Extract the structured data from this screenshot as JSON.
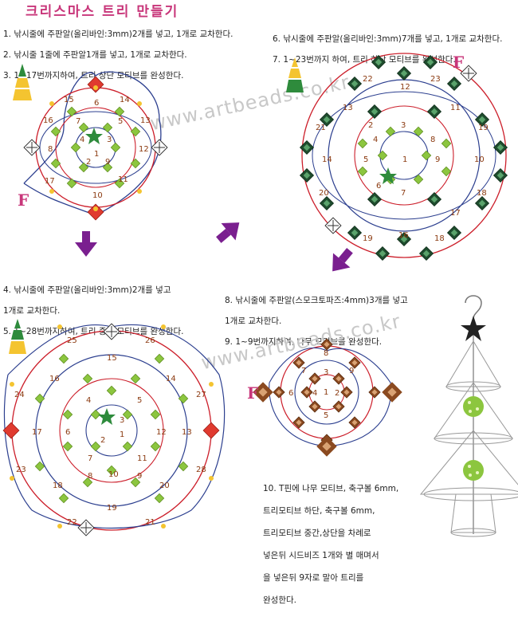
{
  "title": "크리스마스 트리 만들기",
  "watermark": "www.artbeads.co.kr",
  "f_label": "F",
  "step_group_1": {
    "lines": [
      "1. 낚시줄에 주판알(올리바인:3mm)2개를 넣고, 1개로 교차한다.",
      "2. 낚시줄 1줄에 주판알1개를 넣고, 1개로 교차한다.",
      "3. 1~17번까지하여, 트리 상단 모티브를 완성한다."
    ]
  },
  "step_group_2": {
    "lines": [
      "6. 낚시줄에 주판알(올리바인:3mm)7개를 넣고, 1개로 교차한다.",
      "7. 1~23번까지 하여, 트리 하단 모티브를 완성한다."
    ]
  },
  "step_group_3": {
    "lines": [
      "4. 낚시줄에 주판알(올리바인:3mm)2개를 넣고",
      "   1개로 교차한다.",
      "5. 1~28번까지하여, 트리 중간 모티브를 완성한다."
    ]
  },
  "step_group_4": {
    "lines": [
      "8. 낚시줄에 주판알(스모크토파즈:4mm)3개를 넣고",
      "   1개로 교차한다.",
      "9. 1~9번까지하여, 나무 모티브를 완성한다."
    ]
  },
  "step_group_5": {
    "lines": [
      "10. T핀에 나무 모티브, 축구볼 6mm,",
      "    트리모티브 하단, 축구볼 6mm,",
      "    트리모티브 중간,상단을 차례로",
      "    넣은뒤 시드비즈 1개와 별 매며서",
      "    을 넣은뒤 9자로 말아 트리를",
      "    완성한다."
    ]
  },
  "diagram_top": {
    "numbers": [
      "6",
      "14",
      "15",
      "7",
      "5",
      "13",
      "16",
      "4",
      "8",
      "3",
      "12",
      "1",
      "2",
      "9",
      "11",
      "17",
      "10"
    ]
  },
  "diagram_bottom": {
    "numbers": [
      "22",
      "12",
      "23",
      "13",
      "11",
      "2",
      "3",
      "21",
      "19",
      "4",
      "8",
      "14",
      "5",
      "10",
      "9",
      "1",
      "7",
      "6",
      "20",
      "18",
      "17",
      "19",
      "16",
      "18"
    ]
  },
  "diagram_middle": {
    "numbers": [
      "25",
      "26",
      "15",
      "16",
      "14",
      "24",
      "27",
      "4",
      "5",
      "17",
      "13",
      "3",
      "2",
      "1",
      "12",
      "6",
      "7",
      "11",
      "23",
      "8",
      "9",
      "10",
      "28",
      "18",
      "20",
      "19",
      "22",
      "21"
    ]
  },
  "diagram_tree": {
    "numbers": [
      "8",
      "7",
      "9",
      "3",
      "6",
      "4",
      "2",
      "1",
      "5"
    ]
  },
  "colors": {
    "title": "#c8367a",
    "red_line": "#cc1e2a",
    "blue_line": "#2c3f8f",
    "bead_green": "#8cc63f",
    "bead_dark": "#1f4d2e",
    "bead_brown": "#8b4a20",
    "arrow": "#7a1f8f",
    "accent_red": "#e03a2f",
    "yellow": "#f4c430"
  }
}
